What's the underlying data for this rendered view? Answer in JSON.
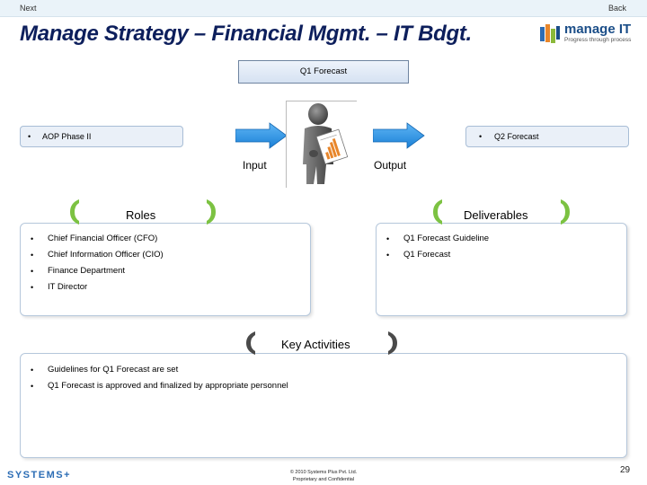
{
  "nav": {
    "next": "Next",
    "back": "Back"
  },
  "title": "Manage Strategy – Financial Mgmt. – IT Bdgt.",
  "logo": {
    "word": "manage IT",
    "tagline": "Progress through process"
  },
  "q1_forecast_box": "Q1 Forecast",
  "input_bar": {
    "text": "AOP Phase II"
  },
  "output_bar": {
    "text": "Q2 Forecast"
  },
  "input_label": "Input",
  "output_label": "Output",
  "roles": {
    "title": "Roles",
    "items": [
      "Chief Financial Officer (CFO)",
      "Chief Information Officer (CIO)",
      "Finance Department",
      "IT Director"
    ]
  },
  "deliverables": {
    "title": "Deliverables",
    "items": [
      "Q1 Forecast Guideline",
      "Q1 Forecast"
    ]
  },
  "key_activities": {
    "title": "Key Activities",
    "items": [
      "Guidelines for Q1 Forecast are set",
      "Q1 Forecast is approved and finalized by appropriate personnel"
    ]
  },
  "footer": {
    "brand": "SYSTEMS+",
    "copyright_line1": "© 2010 Systems Plus Pvt. Ltd.",
    "copyright_line2": "Proprietary and Confidential",
    "page_number": "29"
  },
  "colors": {
    "title": "#0d1f5c",
    "arrow": "#1e8ee8",
    "bracket": "#7cc242",
    "brand": "#2c6db5"
  },
  "icons": [
    "bracket-left-icon",
    "bracket-right-icon",
    "arrow-right-icon",
    "person-with-chart-icon"
  ]
}
